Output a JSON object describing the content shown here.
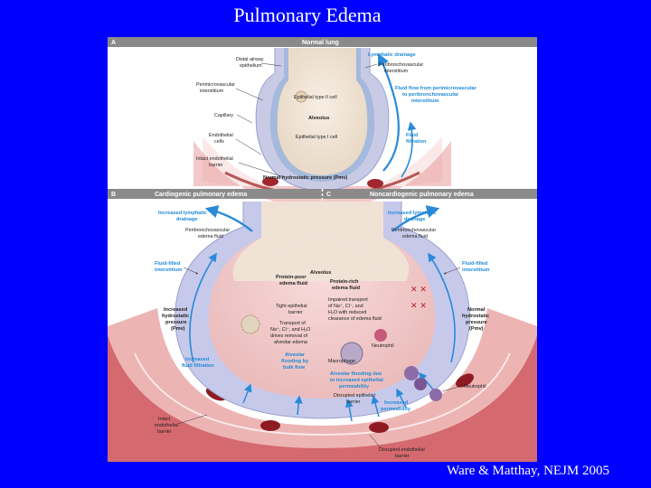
{
  "slide": {
    "title": "Pulmonary Edema",
    "credit": "Ware & Matthay, NEJM 2005"
  },
  "panel_a": {
    "letter": "A",
    "heading": "Normal lung",
    "labels": {
      "distal_airway": "Distal airway",
      "epithelium": "epithelium",
      "perimicrovascular": "Perimicrovascular",
      "interstitium": "interstitium",
      "capillary": "Capillary",
      "endothelial": "Endothelial",
      "cells": "cells",
      "intact_barrier_1": "Intact endothelial",
      "intact_barrier_2": "barrier",
      "type2": "Epithelial type II cell",
      "alveolus": "Alveolus",
      "type1": "Epithelial type I cell",
      "lymphatic": "Lymphatic drainage",
      "peribronchovascular": "Peribronchovascular",
      "interstitium_r": "interstitium",
      "fluid_flow_1": "Fluid flow from perimicrovascular",
      "fluid_flow_2": "to peribronchovascular",
      "fluid_flow_3": "interstitium",
      "fluid_filtration_1": "Fluid",
      "fluid_filtration_2": "filtration",
      "pressure": "Normal hydrostatic pressure (Pmv)"
    }
  },
  "panel_b": {
    "letter": "B",
    "heading": "Cardiogenic pulmonary edema",
    "labels": {
      "lymph_1": "Increased lymphatic",
      "lymph_2": "drainage",
      "peri_1": "Peribronchovascular",
      "peri_2": "edema fluid",
      "ffi_1": "Fluid-filled",
      "ffi_2": "interstitium",
      "pressure_1": "Increased",
      "pressure_2": "hydrostatic",
      "pressure_3": "pressure",
      "pressure_4": "(Pmv)",
      "filtration_1": "Increased",
      "filtration_2": "fluid filtration",
      "barrier_1": "Intact",
      "barrier_2": "endothelial",
      "barrier_3": "barrier",
      "protein_poor_1": "Protein-poor",
      "protein_poor_2": "edema fluid",
      "tight_1": "Tight epithelial",
      "tight_2": "barrier",
      "transport_1": "Transport of",
      "transport_2": "Na⁺, Cl⁻, and H₂O",
      "transport_3": "drives removal of",
      "transport_4": "alveolar edema",
      "flooding_1": "Alveolar",
      "flooding_2": "flooding by",
      "flooding_3": "bulk flow"
    }
  },
  "panel_c": {
    "letter": "C",
    "heading": "Noncardiogenic pulmonary edema",
    "labels": {
      "alveolus": "Alveolus",
      "lymph_1": "Increased lymphatic",
      "lymph_2": "drainage",
      "peri_1": "Peribronchovascular",
      "peri_2": "edema fluid",
      "ffi_1": "Fluid-filled",
      "ffi_2": "interstitium",
      "protein_rich_1": "Protein-rich",
      "protein_rich_2": "edema fluid",
      "impaired_1": "Impaired transport",
      "impaired_2": "of Na⁺, Cl⁻, and",
      "impaired_3": "H₂O with reduced",
      "impaired_4": "clearance of edema fluid",
      "neutrophil_in": "Neutrophil",
      "macrophage": "Macrophage",
      "flooding_1": "Alveolar flooding due",
      "flooding_2": "to increased epithelial",
      "flooding_3": "permeability",
      "disrupted_epi_1": "Disrupted epithelial",
      "disrupted_epi_2": "barrier",
      "pressure_1": "Normal",
      "pressure_2": "hydrostatic",
      "pressure_3": "pressure",
      "pressure_4": "(Pmv)",
      "neutrophil": "Neutrophil",
      "perm_1": "Increased",
      "perm_2": "permeability",
      "disrupted_endo_1": "Disrupted endothelial",
      "disrupted_endo_2": "barrier"
    }
  }
}
